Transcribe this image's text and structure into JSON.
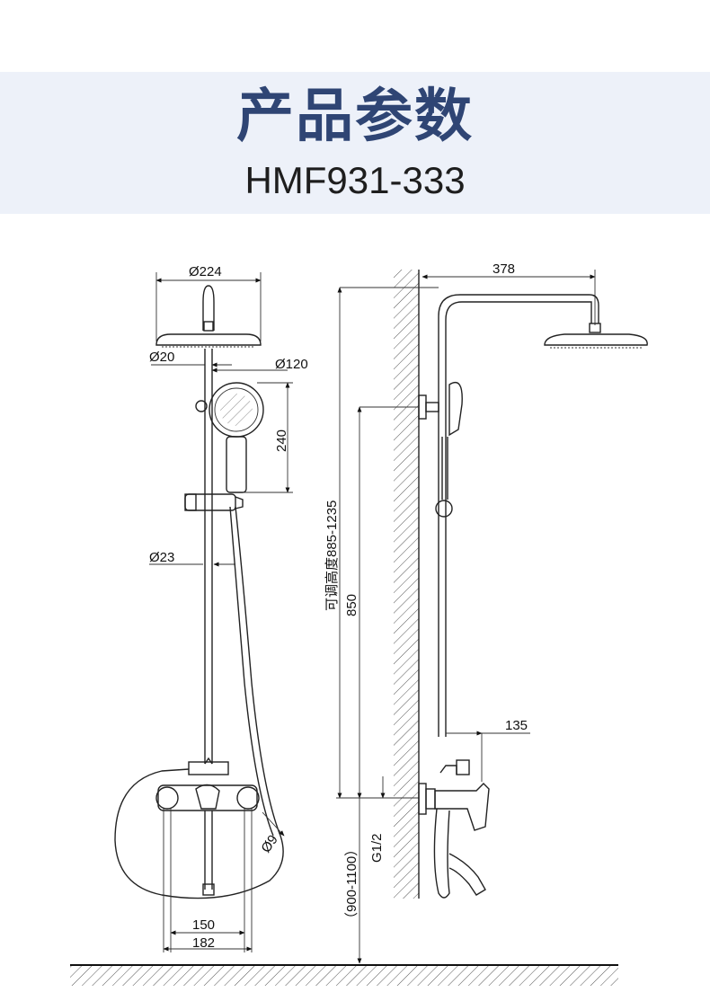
{
  "header": {
    "title": "产品参数",
    "model": "HMF931-333"
  },
  "front_view": {
    "head_diameter": "Ø224",
    "arm_diameter": "Ø20",
    "hand_diameter": "Ø120",
    "hand_length": "240",
    "rail_diameter": "Ø23",
    "hose_diameter": "Ø9",
    "inner_width": "150",
    "outer_width": "182"
  },
  "side_view": {
    "reach": "378",
    "adjustable_height": "可调高度885-1235",
    "base_height": "850",
    "spout": "135",
    "thread": "G1/2",
    "inlet_height": "（900-1100）"
  }
}
